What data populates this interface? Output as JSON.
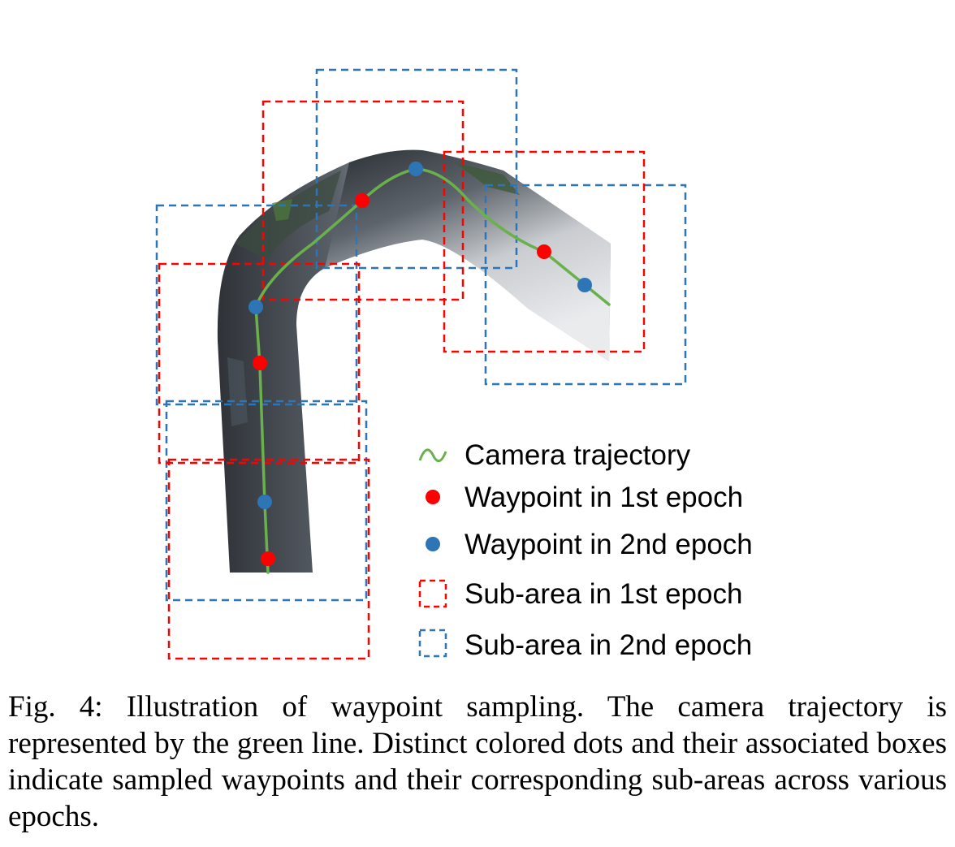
{
  "figure": {
    "legend": {
      "trajectory": "Camera trajectory",
      "waypoint_1": "Waypoint in 1st epoch",
      "waypoint_2": "Waypoint in 2nd epoch",
      "subarea_1": "Sub-area in 1st epoch",
      "subarea_2": "Sub-area in 2nd epoch"
    },
    "colors": {
      "trajectory": "#6ab04c",
      "epoch_1": "#ff0000",
      "epoch_2": "#2e75b6"
    }
  },
  "caption": {
    "label": "Fig. 4:",
    "text": "Illustration of waypoint sampling. The camera trajectory is represented by the green line. Distinct colored dots and their associated boxes indicate sampled waypoints and their corresponding sub-areas across various epochs."
  }
}
